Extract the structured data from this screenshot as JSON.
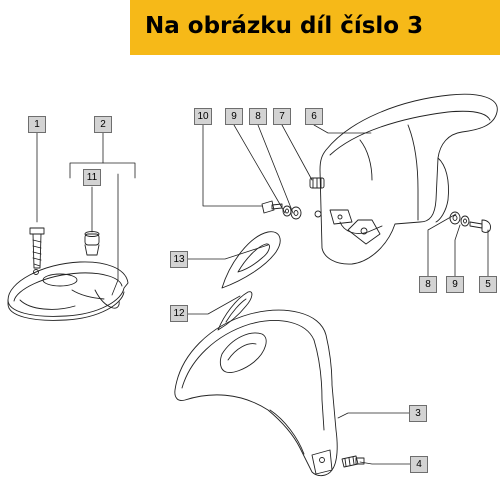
{
  "header": {
    "title": "Na obrázku díl číslo 3",
    "background_color": "#f6b918"
  },
  "callouts": [
    {
      "id": "c1",
      "label": "1"
    },
    {
      "id": "c2",
      "label": "2"
    },
    {
      "id": "c11",
      "label": "11"
    },
    {
      "id": "c10",
      "label": "10"
    },
    {
      "id": "c9a",
      "label": "9"
    },
    {
      "id": "c8a",
      "label": "8"
    },
    {
      "id": "c7",
      "label": "7"
    },
    {
      "id": "c6",
      "label": "6"
    },
    {
      "id": "c13",
      "label": "13"
    },
    {
      "id": "c12",
      "label": "12"
    },
    {
      "id": "c8b",
      "label": "8"
    },
    {
      "id": "c9b",
      "label": "9"
    },
    {
      "id": "c5",
      "label": "5"
    },
    {
      "id": "c3",
      "label": "3"
    },
    {
      "id": "c4",
      "label": "4"
    }
  ]
}
